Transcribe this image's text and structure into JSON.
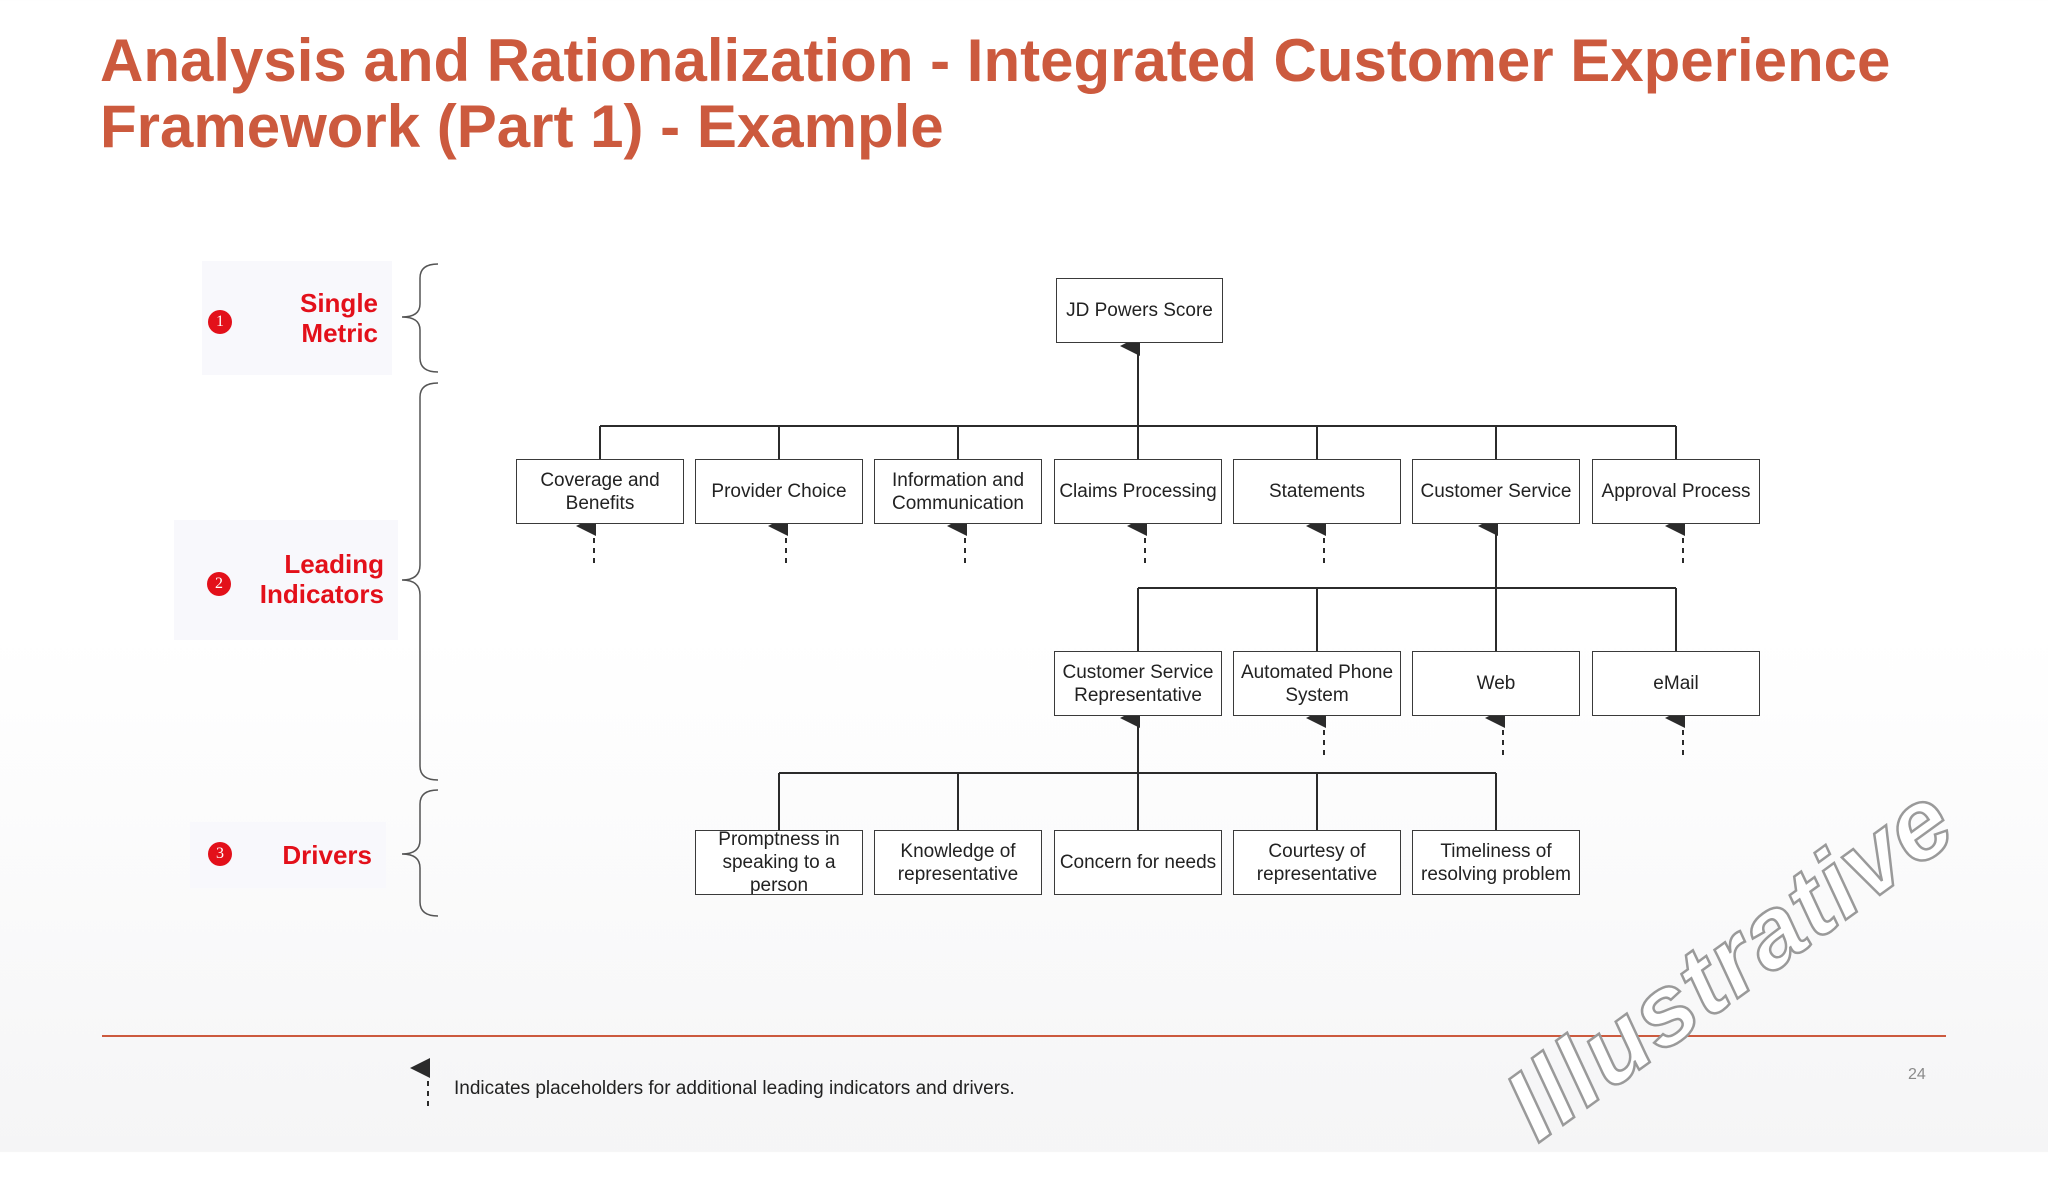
{
  "title": "Analysis and Rationalization - Integrated Customer Experience Framework (Part 1) - Example",
  "levels": [
    {
      "num": "1",
      "label": "Single Metric"
    },
    {
      "num": "2",
      "label": "Leading Indicators"
    },
    {
      "num": "3",
      "label": "Drivers"
    }
  ],
  "nodes": {
    "root": "JD Powers Score",
    "coverage": "Coverage and Benefits",
    "provider": "Provider Choice",
    "information": "Information and Communication",
    "claims": "Claims Processing",
    "statements": "Statements",
    "customer_service": "Customer Service",
    "approval": "Approval Process",
    "csr": "Customer Service Representative",
    "phone": "Automated Phone System",
    "web": "Web",
    "email": "eMail",
    "promptness": "Promptness in speaking to a person",
    "knowledge": "Knowledge of representative",
    "concern": "Concern for needs",
    "courtesy": "Courtesy of representative",
    "timeliness": "Timeliness of resolving problem"
  },
  "footnote": "Indicates placeholders for additional leading indicators and drivers.",
  "page_number": "24",
  "watermark": "Illustrative",
  "colors": {
    "title": "#cc5a3e",
    "accent": "#e3101a",
    "line": "#2b2b2b"
  }
}
